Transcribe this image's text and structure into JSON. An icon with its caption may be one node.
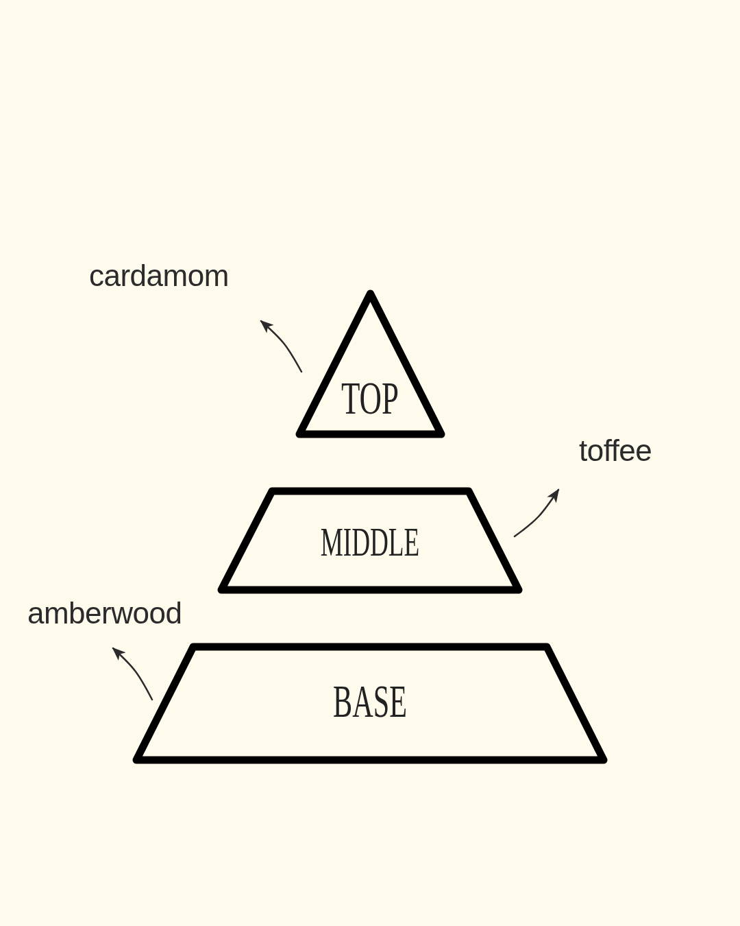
{
  "diagram": {
    "nodes": [
      {
        "text": [
          "cardamom"
        ]
      },
      {
        "text": [
          "TOP"
        ]
      },
      {
        "text": [
          "toffee"
        ]
      },
      {
        "text": [
          "MIDDLE"
        ]
      },
      {
        "text": [
          "amberwood"
        ]
      },
      {
        "text": [
          "BASE"
        ]
      }
    ],
    "edges": [
      {
        "from": 1,
        "to": 0,
        "arrow": "to"
      },
      {
        "from": 3,
        "to": 2,
        "arrow": "to"
      },
      {
        "from": 5,
        "to": 4,
        "arrow": "to"
      }
    ]
  }
}
